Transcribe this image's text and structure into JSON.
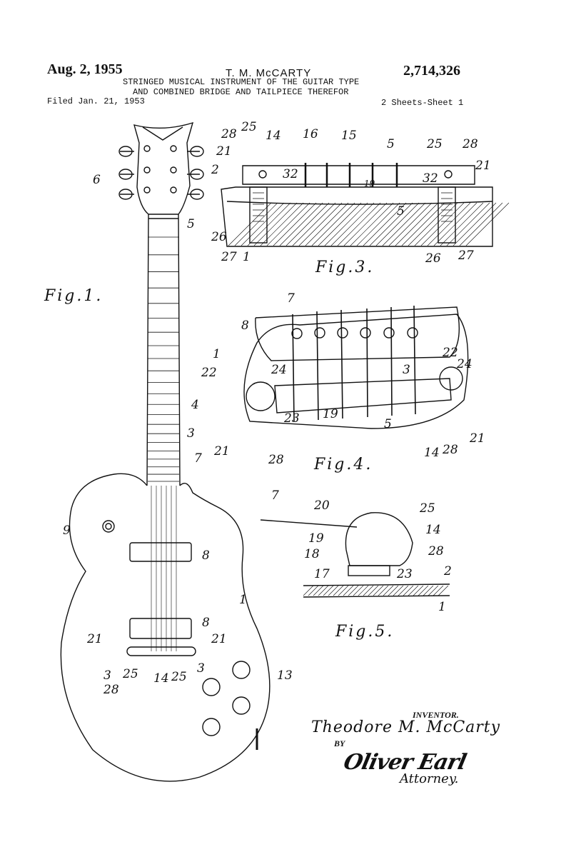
{
  "header": {
    "date": "Aug. 2, 1955",
    "inventor": "T. M. McCARTY",
    "patent_number": "2,714,326",
    "title_line1": "STRINGED MUSICAL INSTRUMENT OF THE GUITAR TYPE",
    "title_line2": "AND COMBINED BRIDGE AND TAILPIECE THEREFOR",
    "filed": "Filed Jan. 21, 1953",
    "sheets": "2 Sheets-Sheet 1"
  },
  "figures": {
    "fig1": "Fig.1.",
    "fig3": "Fig.3.",
    "fig4": "Fig.4.",
    "fig5": "Fig.5."
  },
  "fig1_refs": [
    "6",
    "5",
    "4",
    "3",
    "7",
    "9",
    "8",
    "8",
    "1",
    "21",
    "21",
    "3",
    "3",
    "25",
    "25",
    "14",
    "28",
    "13"
  ],
  "fig3_refs": [
    "28",
    "25",
    "14",
    "16",
    "15",
    "5",
    "25",
    "28",
    "21",
    "32",
    "2",
    "21",
    "32",
    "19",
    "5",
    "26",
    "27",
    "1",
    "26",
    "27"
  ],
  "fig4_refs": [
    "7",
    "8",
    "1",
    "22",
    "24",
    "3",
    "22",
    "24",
    "23",
    "19",
    "5",
    "21",
    "28",
    "14",
    "28",
    "21"
  ],
  "fig5_refs": [
    "7",
    "20",
    "25",
    "14",
    "19",
    "18",
    "28",
    "17",
    "23",
    "2",
    "1"
  ],
  "signature": {
    "inventor_label": "INVENTOR.",
    "inventor_name": "Theodore M. McCarty",
    "by": "BY",
    "attorney_signature": "Oliver Earl",
    "attorney_label": "Attorney."
  }
}
